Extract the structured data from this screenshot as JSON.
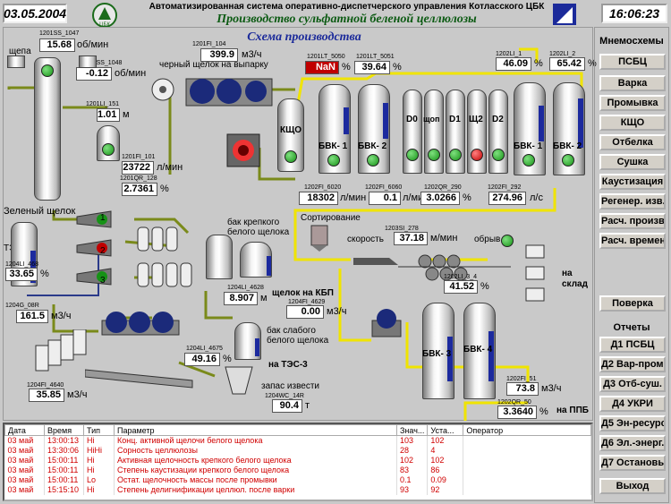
{
  "header": {
    "date": "03.05.2004",
    "organization": "Автоматизированная система оперативно-диспетчерского управления Котласского ЦБК",
    "plant": "Производство сульфатной беленой целлюлозы",
    "time": "16:06:23",
    "scheme_title": "Схема производства"
  },
  "sensors": [
    {
      "tag": "1201SS_1047",
      "value": "15.68",
      "unit": "об/мин"
    },
    {
      "tag": "1201SS_1048",
      "value": "-0.12",
      "unit": "об/мин"
    },
    {
      "tag": "1201FI_104",
      "value": "399.9",
      "unit": "м3/ч"
    },
    {
      "tag": "1201LT_5050",
      "value": "NaN",
      "unit": "%"
    },
    {
      "tag": "1201LT_5051",
      "value": "39.64",
      "unit": "%"
    },
    {
      "tag": "1202LI_1",
      "value": "46.09",
      "unit": "%"
    },
    {
      "tag": "1202LI_2",
      "value": "65.42",
      "unit": "%"
    },
    {
      "tag": "1201LI_151",
      "value": "1.01",
      "unit": "м"
    },
    {
      "tag": "1201FI_101",
      "value": "23722",
      "unit": "л/мин"
    },
    {
      "tag": "1201QR_128",
      "value": "2.7361",
      "unit": "%"
    },
    {
      "tag": "1202FI_6020",
      "value": "18302",
      "unit": "л/мин"
    },
    {
      "tag": "1202FI_6060",
      "value": "0.1",
      "unit": "л/мин"
    },
    {
      "tag": "1202QR_290",
      "value": "3.0266",
      "unit": "%"
    },
    {
      "tag": "1202FI_292",
      "value": "274.96",
      "unit": "л/с"
    },
    {
      "tag": "1204LI_468",
      "value": "33.65",
      "unit": "%"
    },
    {
      "tag": "1204G_08R",
      "value": "161.5",
      "unit": "м3/ч"
    },
    {
      "tag": "1204LI_4628",
      "value": "8.907",
      "unit": "м"
    },
    {
      "tag": "1203SI_278",
      "value": "37.18",
      "unit": "м/мин"
    },
    {
      "tag": "1204FI_4629",
      "value": "0.00",
      "unit": "м3/ч"
    },
    {
      "tag": "1202LI_3_4",
      "value": "41.52",
      "unit": "%"
    },
    {
      "tag": "1204LI_4675",
      "value": "49.16",
      "unit": "%"
    },
    {
      "tag": "1204FI_4640",
      "value": "35.85",
      "unit": "м3/ч"
    },
    {
      "tag": "1204WC_14R",
      "value": "90.4",
      "unit": "т"
    },
    {
      "tag": "1202FI_51",
      "value": "73.8",
      "unit": "м3/ч"
    },
    {
      "tag": "1202QR_50",
      "value": "3.3640",
      "unit": "%"
    }
  ],
  "labels": {
    "chips": "щепа",
    "black_liquor": "черный щелок на выпарку",
    "kshchO": "КЩО",
    "bvk1": "БВК- 1",
    "bvk2": "БВК- 2",
    "d0": "D0",
    "shchop": "щоп",
    "d1": "D1",
    "shch2": "Щ2",
    "d2": "D2",
    "green_liquor": "Зеленый щелок",
    "tes3": "ТЭС-3",
    "strong_tank": "бак крепкого белого щелока",
    "sorting": "Сортирование",
    "speed": "скорость",
    "breakage": "обрыв",
    "to_warehouse": "на склад",
    "liquor_kbp": "щелок на КБП",
    "weak_tank": "бак слабого белого щелока",
    "to_tes3": "на ТЭС-3",
    "lime_stock": "запас извести",
    "bvk3": "БВК- 3",
    "bvk4": "БВК- 4",
    "to_ppb": "на ППБ",
    "n1": "1",
    "n2": "2",
    "n3": "3"
  },
  "right_panel": {
    "mnemo_title": "Мнемосхемы",
    "mnemo_buttons": [
      "ПСБЦ",
      "Варка",
      "Промывка",
      "КЩО",
      "Отбелка",
      "Сушка",
      "Каустизация",
      "Регенер. изв.",
      "Расч. произв.",
      "Расч. времени"
    ],
    "trend_button": "Поверка",
    "reports_title": "Отчеты",
    "report_buttons": [
      "Д1  ПСБЦ",
      "Д2 Вар-пром.",
      "Д3 Отб-суш.",
      "Д4   УКРИ",
      "Д5 Эн-ресурс.",
      "Д6 Эл.-энерг.",
      "Д7 Остановы"
    ],
    "exit_button": "Выход"
  },
  "alarm_table": {
    "columns": [
      "Дата",
      "Время",
      "Тип",
      "Параметр",
      "Знач...",
      "Уста...",
      "Оператор"
    ],
    "rows": [
      [
        "03 май",
        "13:00:13",
        "Hi",
        "Конц. активной щелочи белого щелока",
        "103",
        "102",
        ""
      ],
      [
        "03 май",
        "13:30:06",
        "HiHi",
        "Сорность целлюлозы",
        "28",
        "4",
        ""
      ],
      [
        "03 май",
        "15:00:11",
        "Hi",
        "Активная щелочность крепкого белого щелока",
        "102",
        "102",
        ""
      ],
      [
        "03 май",
        "15:00:11",
        "Hi",
        "Степень каустизации крепкого белого щелока",
        "83",
        "86",
        ""
      ],
      [
        "03 май",
        "15:00:11",
        "Lo",
        "Остат. щелочность массы после промывки",
        "0.1",
        "0.09",
        ""
      ],
      [
        "03 май",
        "15:15:10",
        "Hi",
        "Степень делигнификации целлюл. после варки",
        "93",
        "92",
        ""
      ]
    ]
  },
  "colors": {
    "background": "#c9c9c9",
    "pipe": "#f0e400",
    "pipe_green": "#7a8a1a",
    "alarm_text": "#d00000",
    "title_green": "#0b5a12",
    "title_blue": "#1b2a9a",
    "status_green": "#169216",
    "status_red": "#c00000"
  }
}
